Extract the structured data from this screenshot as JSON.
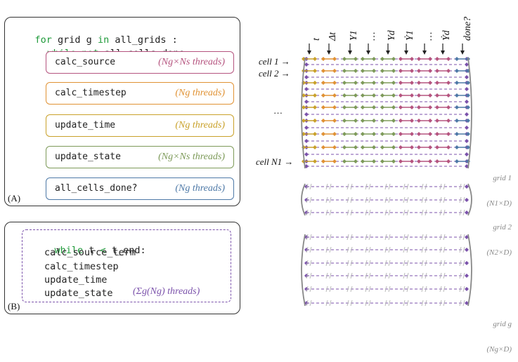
{
  "panelA": {
    "letter": "(A)",
    "line1": {
      "for": "for",
      "mid": " grid g ",
      "in": "in",
      "rest": " all_grids :"
    },
    "line2": {
      "while_not": "while not",
      "rest": " all_cells_done:"
    },
    "steps": [
      {
        "name": "calc_source",
        "threads": "(Ng×Ns threads)",
        "color": "#b5547f"
      },
      {
        "name": "calc_timestep",
        "threads": "(Ng threads)",
        "color": "#e09234"
      },
      {
        "name": "update_time",
        "threads": "(Ng threads)",
        "color": "#c9a12a"
      },
      {
        "name": "update_state",
        "threads": "(Ng×Ns threads)",
        "color": "#7d9a59"
      },
      {
        "name": "all_cells_done?",
        "threads": "(Ng threads)",
        "color": "#4e79a7"
      }
    ]
  },
  "panelB": {
    "letter": "(B)",
    "line1": {
      "while": "while",
      "mid": " t ",
      "lt": "<",
      "rest": " t_end:"
    },
    "body": [
      "calc_source_term",
      "calc_timestep",
      "update_time",
      "update_state"
    ],
    "threads": "(Σg(Ng) threads)"
  },
  "columns": [
    "t",
    "Δt",
    "Y1",
    "…",
    "Yd",
    "Ẏ1",
    "…",
    "Ẏd",
    "done?"
  ],
  "column_colors": [
    "#c9a12a",
    "#e09234",
    "#7d9a59",
    "#7d9a59",
    "#7d9a59",
    "#b5547f",
    "#b5547f",
    "#b5547f",
    "#4e79a7"
  ],
  "row_labels": {
    "cell1": "cell 1 →",
    "cell2": "cell 2 →",
    "dots": "…",
    "cellN": "cell N1 →"
  },
  "grids": [
    {
      "label": "grid 1",
      "size": "(N1×D)"
    },
    {
      "label": "grid 2",
      "size": "(N2×D)"
    },
    {
      "label": "grid g",
      "size": "(Ng×D)"
    }
  ],
  "arrow_color": "#7b52ab"
}
